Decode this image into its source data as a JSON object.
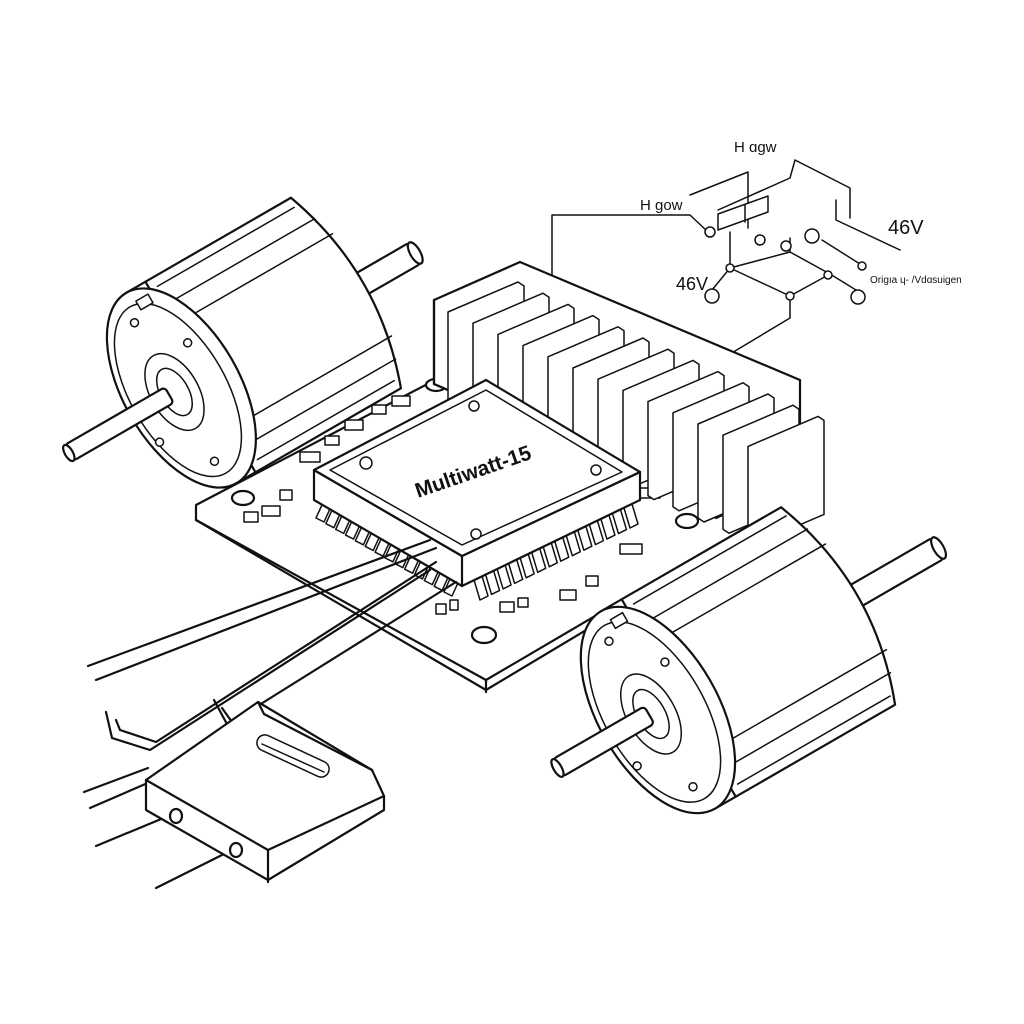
{
  "chip": {
    "label": "Multiwatt-15"
  },
  "schematic": {
    "label_top": "H ɑgw",
    "label_mid": "H ɡow",
    "voltage_left": "46V",
    "voltage_right": "46V",
    "note": "Origıa ɥ‐ /Vdɑsuigen"
  },
  "colors": {
    "line": "#111111",
    "fill": "#ffffff"
  }
}
